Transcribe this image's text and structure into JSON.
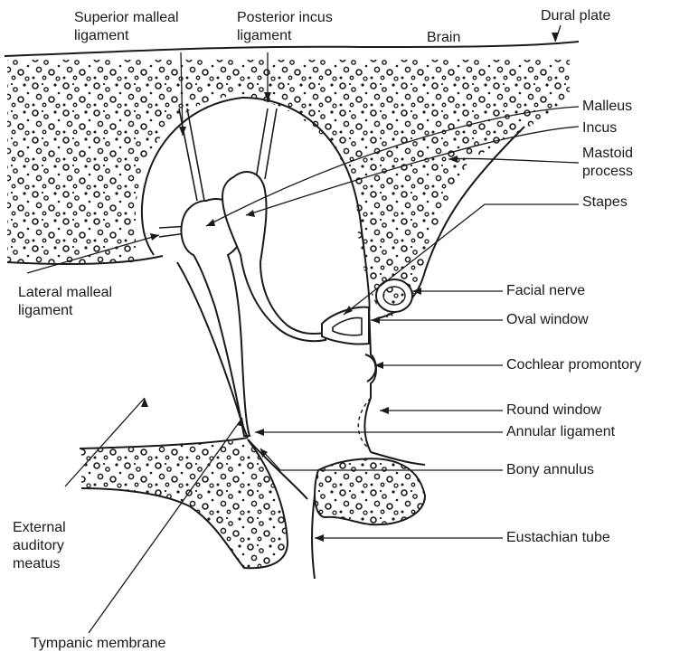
{
  "labels": {
    "superior_malleal_ligament": "Superior malleal ligament",
    "posterior_incus_ligament": "Posterior incus ligament",
    "dural_plate": "Dural plate",
    "brain": "Brain",
    "malleus": "Malleus",
    "incus": "Incus",
    "mastoid_process": "Mastoid process",
    "stapes": "Stapes",
    "lateral_malleal_ligament": "Lateral malleal ligament",
    "facial_nerve": "Facial nerve",
    "oval_window": "Oval window",
    "cochlear_promontory": "Cochlear promontory",
    "round_window": "Round window",
    "annular_ligament": "Annular ligament",
    "bony_annulus": "Bony annulus",
    "external_auditory_meatus": "External auditory meatus",
    "eustachian_tube": "Eustachian tube",
    "tympanic_membrane": "Tympanic membrane"
  },
  "colors": {
    "ink": "#1a1a1a",
    "paper": "#ffffff"
  }
}
